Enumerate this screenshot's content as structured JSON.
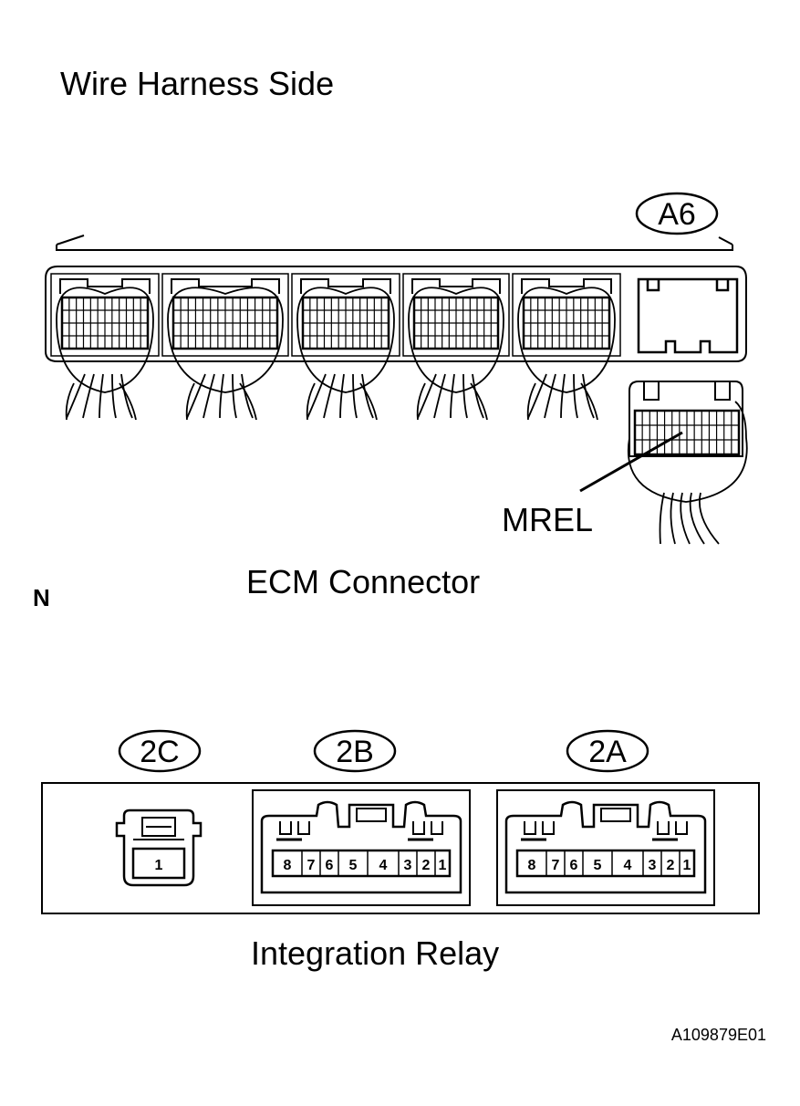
{
  "page_title": "Wire Harness Side",
  "ecm": {
    "connector_code": "A6",
    "terminal_label": "MREL",
    "caption": "ECM Connector"
  },
  "side_mark": "N",
  "relay": {
    "connectors": [
      {
        "code": "2C",
        "pins": [
          "1"
        ]
      },
      {
        "code": "2B",
        "pins": [
          "8",
          "7",
          "6",
          "5",
          "4",
          "3",
          "2",
          "1"
        ]
      },
      {
        "code": "2A",
        "pins": [
          "8",
          "7",
          "6",
          "5",
          "4",
          "3",
          "2",
          "1"
        ]
      }
    ],
    "caption": "Integration Relay"
  },
  "figure_id": "A109879E01",
  "colors": {
    "ink": "#000000",
    "background": "#ffffff"
  }
}
